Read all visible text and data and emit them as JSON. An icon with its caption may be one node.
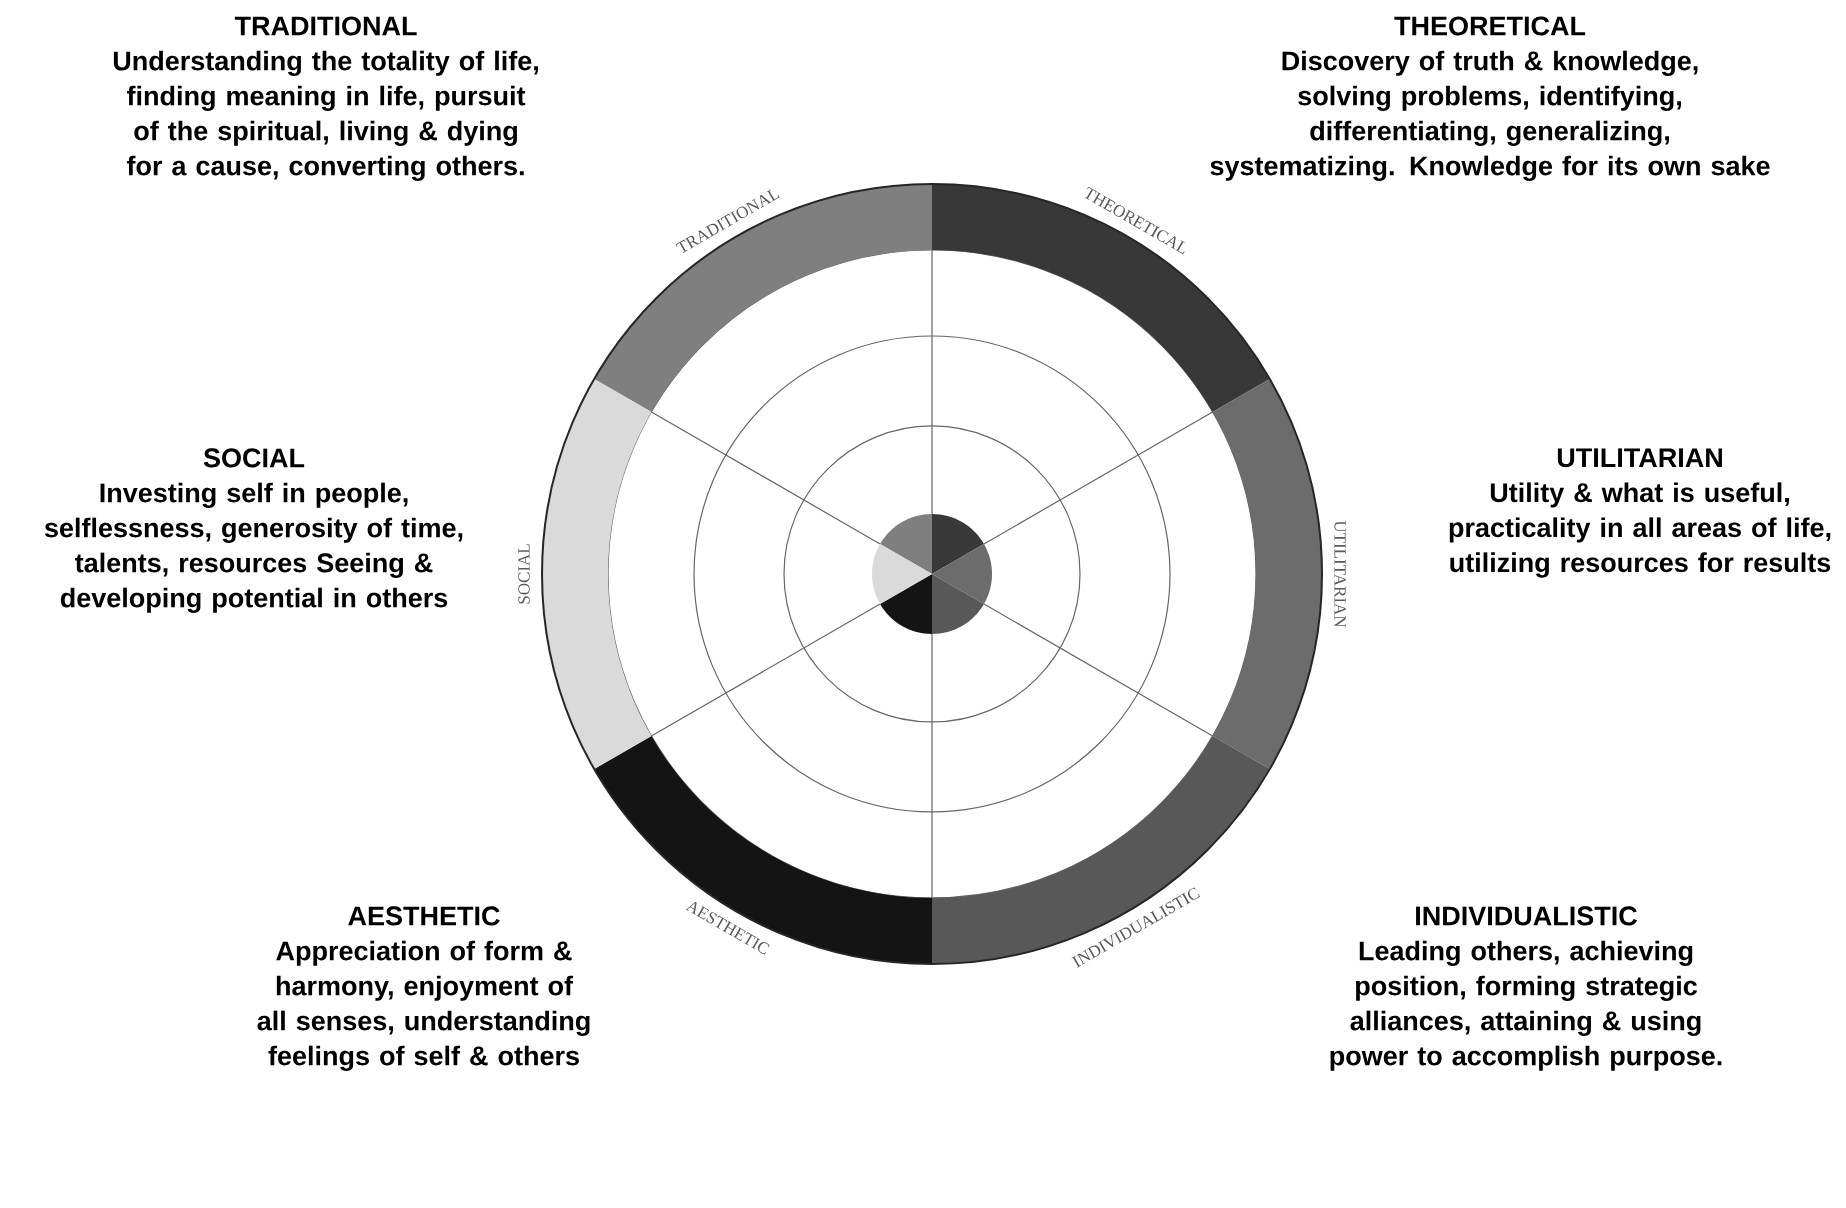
{
  "diagram": {
    "nodes": [
      {
        "text": [
          "TRADITIONAL",
          "Understanding the totality of life, finding meaning in life, pursuit of the spiritual, living & dying for a cause, converting others."
        ]
      },
      {
        "text": [
          "THEORETICAL",
          "Discovery of truth & knowledge, solving problems, identifying, differentiating, generalizing, systematizing.  Knowledge for its own sake"
        ]
      },
      {
        "text": [
          "SOCIAL",
          "Investing self in people, selflessness, generosity of time, talents, resources Seeing & developing potential in others"
        ]
      },
      {
        "text": [
          "UTILITARIAN",
          "Utility & what is useful, practicality in all areas of life, utilizing resources for results"
        ]
      },
      {
        "text": [
          "AESTHETIC",
          "Appreciation of form & harmony, enjoyment of all senses, understanding feelings of self & others"
        ]
      },
      {
        "text": [
          "INDIVIDUALISTIC",
          "Leading others, achieving position, forming strategic alliances, attaining & using power to accomplish purpose."
        ]
      },
      {
        "text": [
          "TRADITIONAL"
        ]
      },
      {
        "text": [
          "THEORETICAL"
        ]
      },
      {
        "text": [
          "UTILITARIAN"
        ]
      },
      {
        "text": [
          "INDIVIDUALISTIC"
        ]
      },
      {
        "text": [
          "AESTHETIC"
        ]
      },
      {
        "text": [
          "SOCIAL"
        ]
      }
    ]
  }
}
